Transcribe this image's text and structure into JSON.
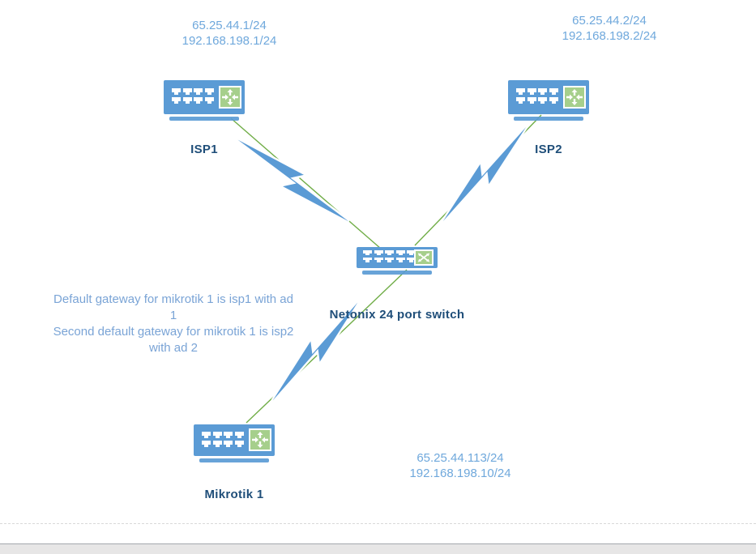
{
  "diagram": {
    "nodes": {
      "isp1": {
        "label": "ISP1",
        "type": "router"
      },
      "isp2": {
        "label": "ISP2",
        "type": "router"
      },
      "switch": {
        "label": "Netonix 24 port switch",
        "type": "switch"
      },
      "mikrotik1": {
        "label": "Mikrotik 1",
        "type": "router"
      }
    },
    "ip_labels": {
      "isp1": [
        "65.25.44.1/24",
        "192.168.198.1/24"
      ],
      "isp2": [
        "65.25.44.2/24",
        "192.168.198.2/24"
      ],
      "mikrotik1": [
        "65.25.44.113/24",
        "192.168.198.10/24"
      ]
    },
    "annotations": {
      "gateway_note": {
        "lines": [
          "Default gateway for mikrotik 1 is isp1 with ad",
          "1",
          "Second default gateway for mikrotik 1 is isp2",
          "with ad 2"
        ]
      }
    },
    "colors": {
      "device_blue": "#5B9BD5",
      "badge_green": "#A6CF8C",
      "link_green": "#70AD47",
      "bolt_blue": "#5B9BD5",
      "label_dark_blue": "#1F4E79",
      "ip_text_blue": "#6FA8DC"
    }
  }
}
